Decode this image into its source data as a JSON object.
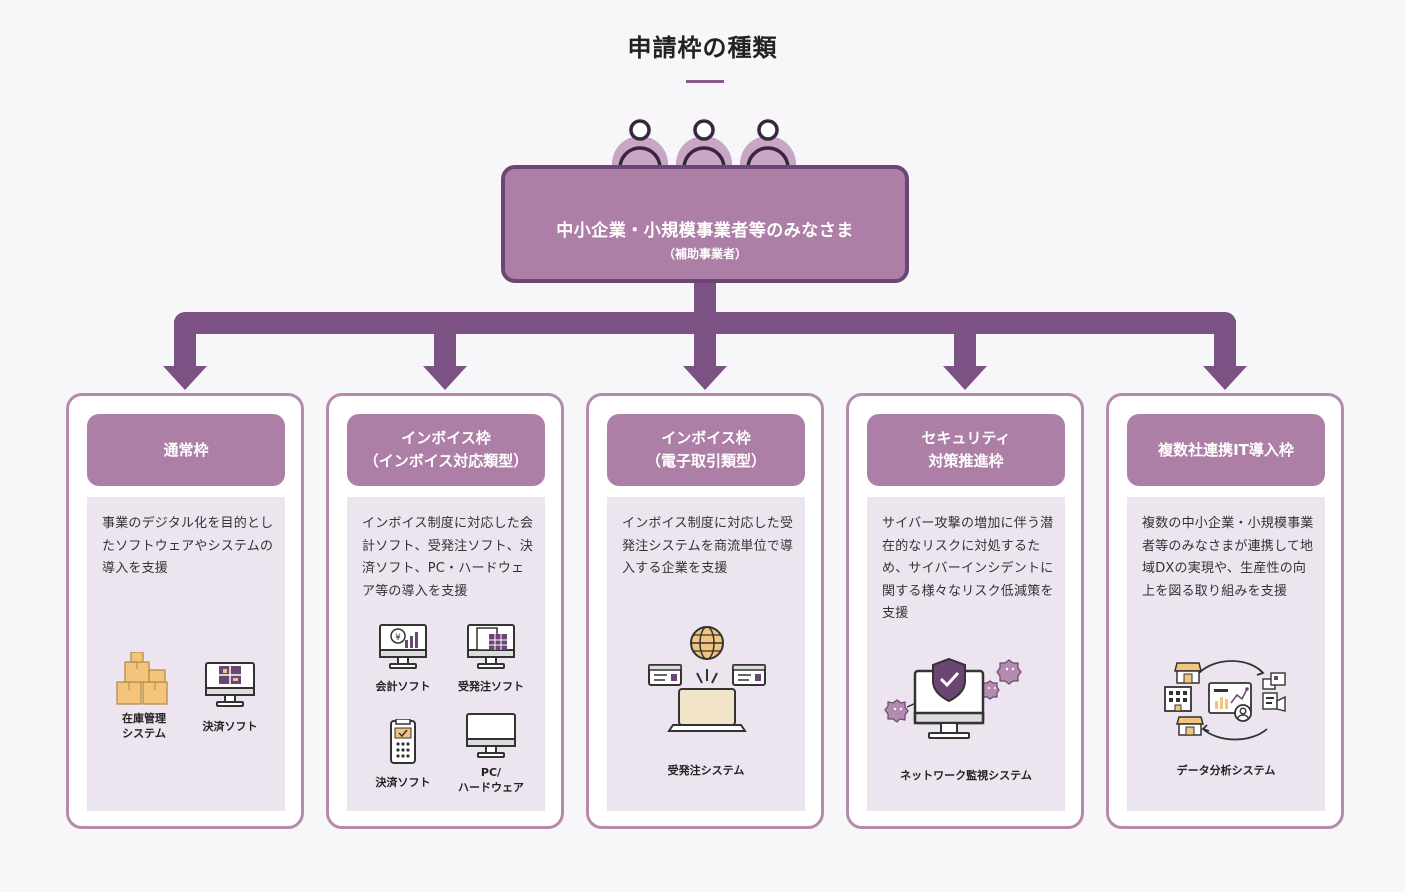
{
  "title": "申請枠の種類",
  "top_box": {
    "main": "中小企業・小規模事業者等のみなさま",
    "sub": "（補助事業者）"
  },
  "cards": [
    {
      "title_lines": [
        "通常枠"
      ],
      "description": "事業のデジタル化を目的としたソフトウェアやシステムの導入を支援",
      "items": [
        {
          "label_lines": [
            "在庫管理",
            "システム"
          ],
          "icon": "boxes-icon"
        },
        {
          "label_lines": [
            "決済ソフト"
          ],
          "icon": "pos-monitor-icon"
        }
      ]
    },
    {
      "title_lines": [
        "インボイス枠",
        "（インボイス対応類型）"
      ],
      "description": "インボイス制度に対応した会計ソフト、受発注ソフト、決済ソフト、PC・ハードウェア等の導入を支援",
      "items": [
        {
          "label_lines": [
            "会計ソフト"
          ],
          "icon": "accounting-monitor-icon"
        },
        {
          "label_lines": [
            "受発注ソフト"
          ],
          "icon": "order-monitor-icon"
        },
        {
          "label_lines": [
            "決済ソフト"
          ],
          "icon": "payment-terminal-icon"
        },
        {
          "label_lines": [
            "PC/",
            "ハードウェア"
          ],
          "icon": "pc-monitor-icon"
        }
      ]
    },
    {
      "title_lines": [
        "インボイス枠",
        "（電子取引類型）"
      ],
      "description": "インボイス制度に対応した受発注システムを商流単位で導入する企業を支援",
      "items": [
        {
          "label_lines": [
            "受発注システム"
          ],
          "icon": "ordering-network-icon"
        }
      ]
    },
    {
      "title_lines": [
        "セキュリティ",
        "対策推進枠"
      ],
      "description": "サイバー攻撃の増加に伴う潜在的なリスクに対処するため、サイバーインシデントに関する様々なリスク低減策を支援",
      "items": [
        {
          "label_lines": [
            "ネットワーク監視システム"
          ],
          "icon": "shield-monitor-icon"
        }
      ]
    },
    {
      "title_lines": [
        "複数社連携IT導入枠"
      ],
      "description": "複数の中小企業・小規模事業者等のみなさまが連携して地域DXの実現や、生産性の向上を図る取り組みを支援",
      "items": [
        {
          "label_lines": [
            "データ分析システム"
          ],
          "icon": "data-analysis-icon"
        }
      ]
    }
  ],
  "colors": {
    "accent": "#ae7fa6",
    "dark": "#6b4675",
    "arrow": "#7b5283",
    "card_bg": "#ece4ef",
    "illustration": "#f2c47c"
  }
}
